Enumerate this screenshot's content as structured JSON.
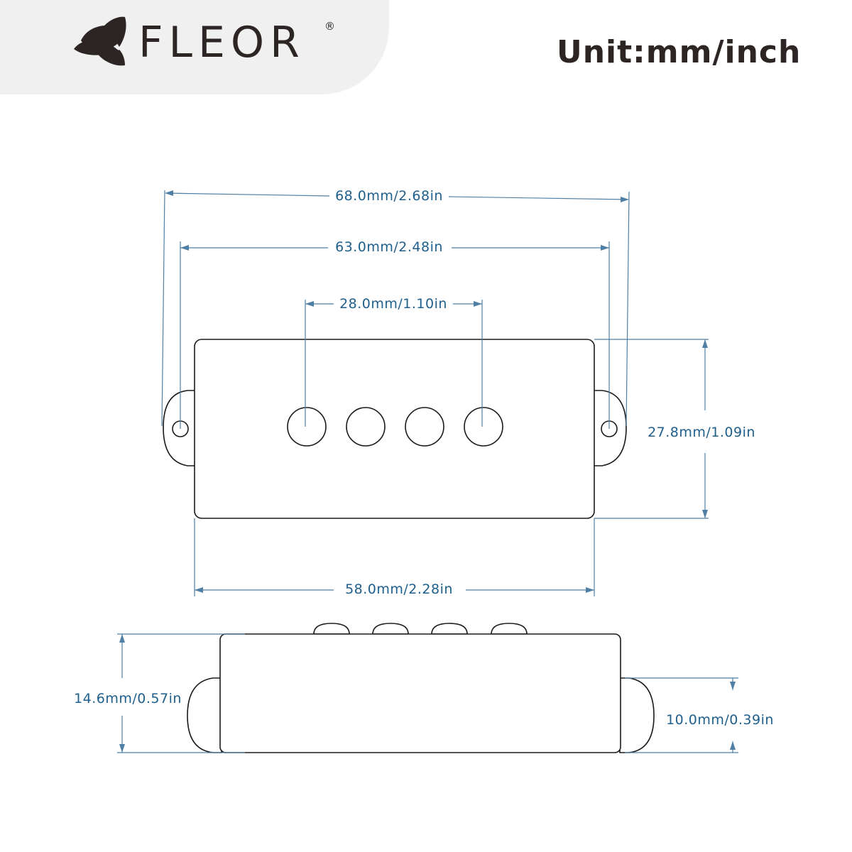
{
  "header": {
    "brand": "FLEOR",
    "registered_mark": "®",
    "unit_label": "Unit:mm/inch"
  },
  "dimensions": {
    "overall_width": "68.0mm/2.68in",
    "mounting_hole_spacing": "63.0mm/2.48in",
    "pole_spacing": "28.0mm/1.10in",
    "body_length": "58.0mm/2.28in",
    "body_width": "27.8mm/1.09in",
    "body_height": "14.6mm/0.57in",
    "ear_height": "10.0mm/0.39in"
  },
  "colors": {
    "dimension_line": "#4f7fa4",
    "dimension_text": "#1f5f8c",
    "outline": "#1a1a1a",
    "header_panel": "#f0f0f0",
    "brand_text": "#2c2524"
  }
}
